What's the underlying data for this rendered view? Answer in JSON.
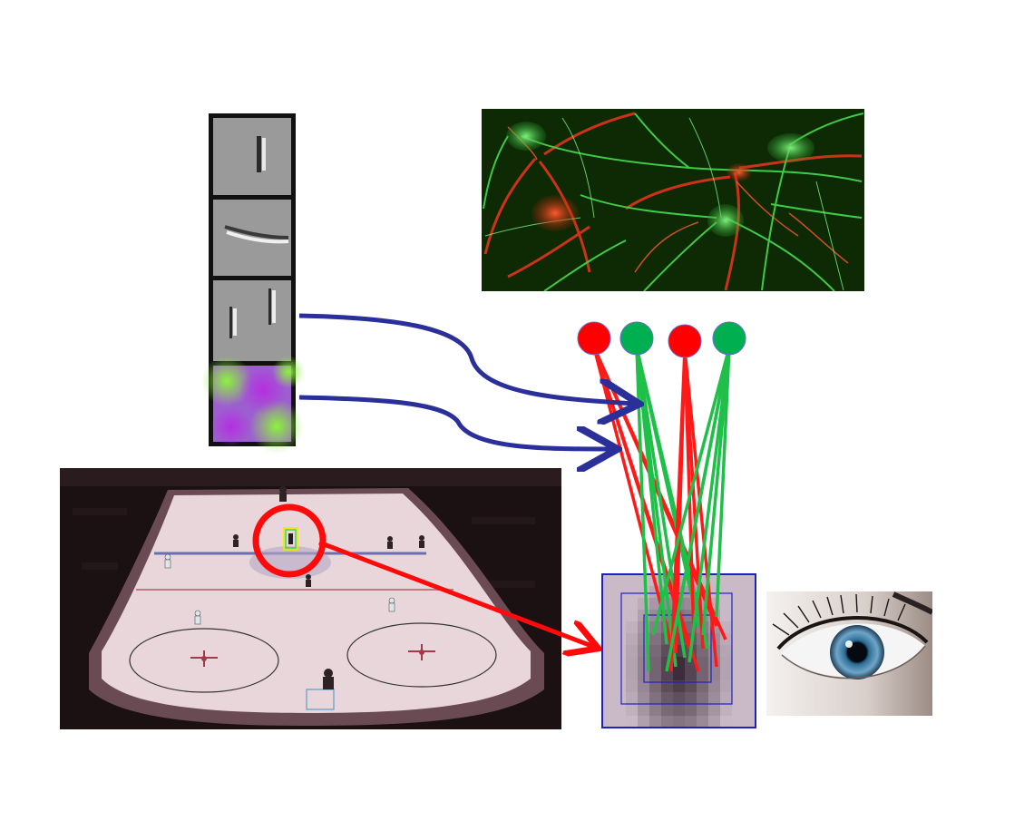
{
  "colors": {
    "background": "#ffffff",
    "filter_frame": "#111111",
    "filter_gray": "#9a9a9a",
    "color_filter_green": "#7be03a",
    "color_filter_magenta": "#b23ad8",
    "arrow_blue": "#2b2f9a",
    "neuron_red": "#ff0000",
    "neuron_green": "#00b050",
    "connection_red": "#ff1a1a",
    "connection_green": "#1fbf4a",
    "focus_circle_red": "#ff0a0a",
    "patch_outline_blue": "#2020c0",
    "rink_dark": "#1b1012",
    "rink_ice": "#e9d6da",
    "micrograph_bg": "#0d2a05"
  },
  "neurons": [
    {
      "color": "red"
    },
    {
      "color": "green"
    },
    {
      "color": "red"
    },
    {
      "color": "green"
    }
  ],
  "filters": [
    {
      "kind": "vertical-edge"
    },
    {
      "kind": "diagonal-edge"
    },
    {
      "kind": "double-bar"
    },
    {
      "kind": "color-blob"
    }
  ],
  "icons": {
    "micrograph": "neuron-micrograph",
    "rink": "hockey-rink-photo",
    "patch": "pixel-patch",
    "eye": "eye-photo"
  }
}
